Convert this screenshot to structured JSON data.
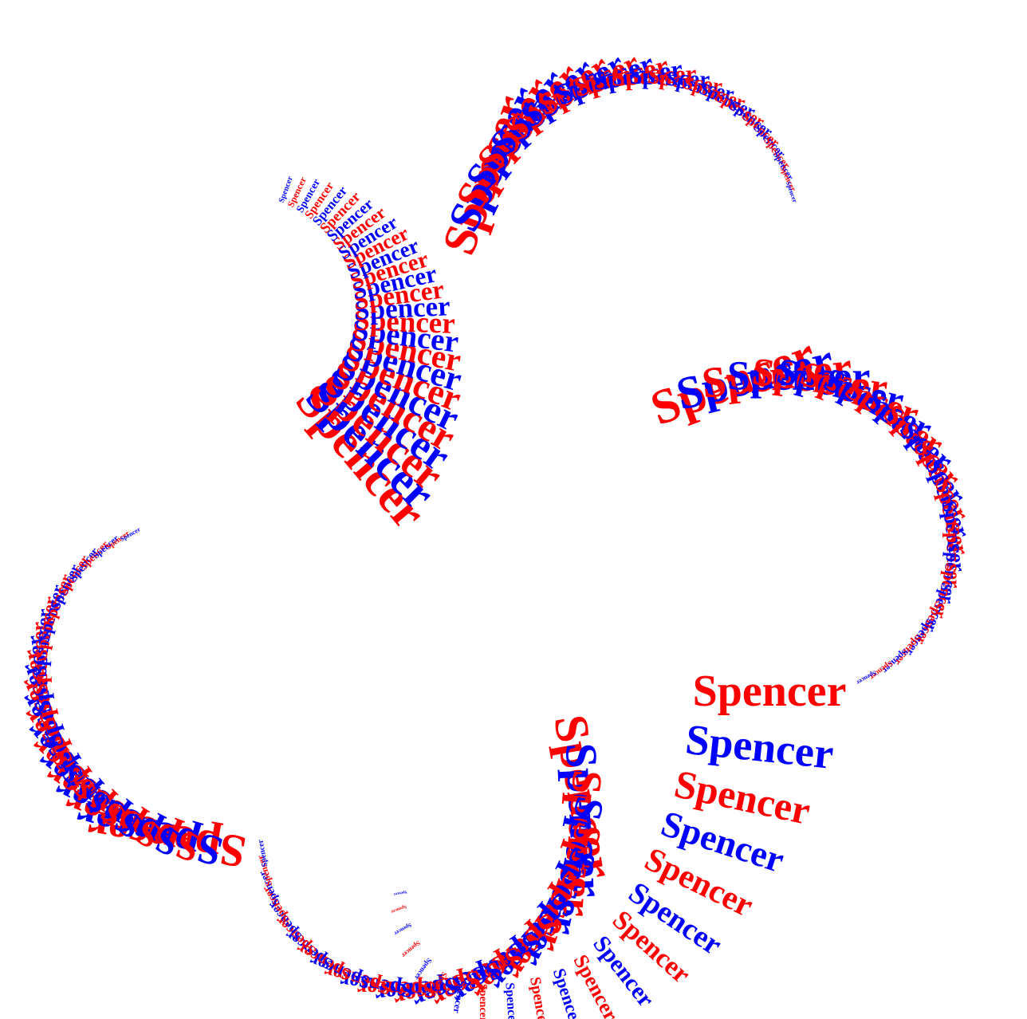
{
  "word": "Spencer",
  "palette": [
    "#ff0000",
    "#0000ff"
  ],
  "repetitions_per_lobe": 26,
  "lobe_count": 3
}
